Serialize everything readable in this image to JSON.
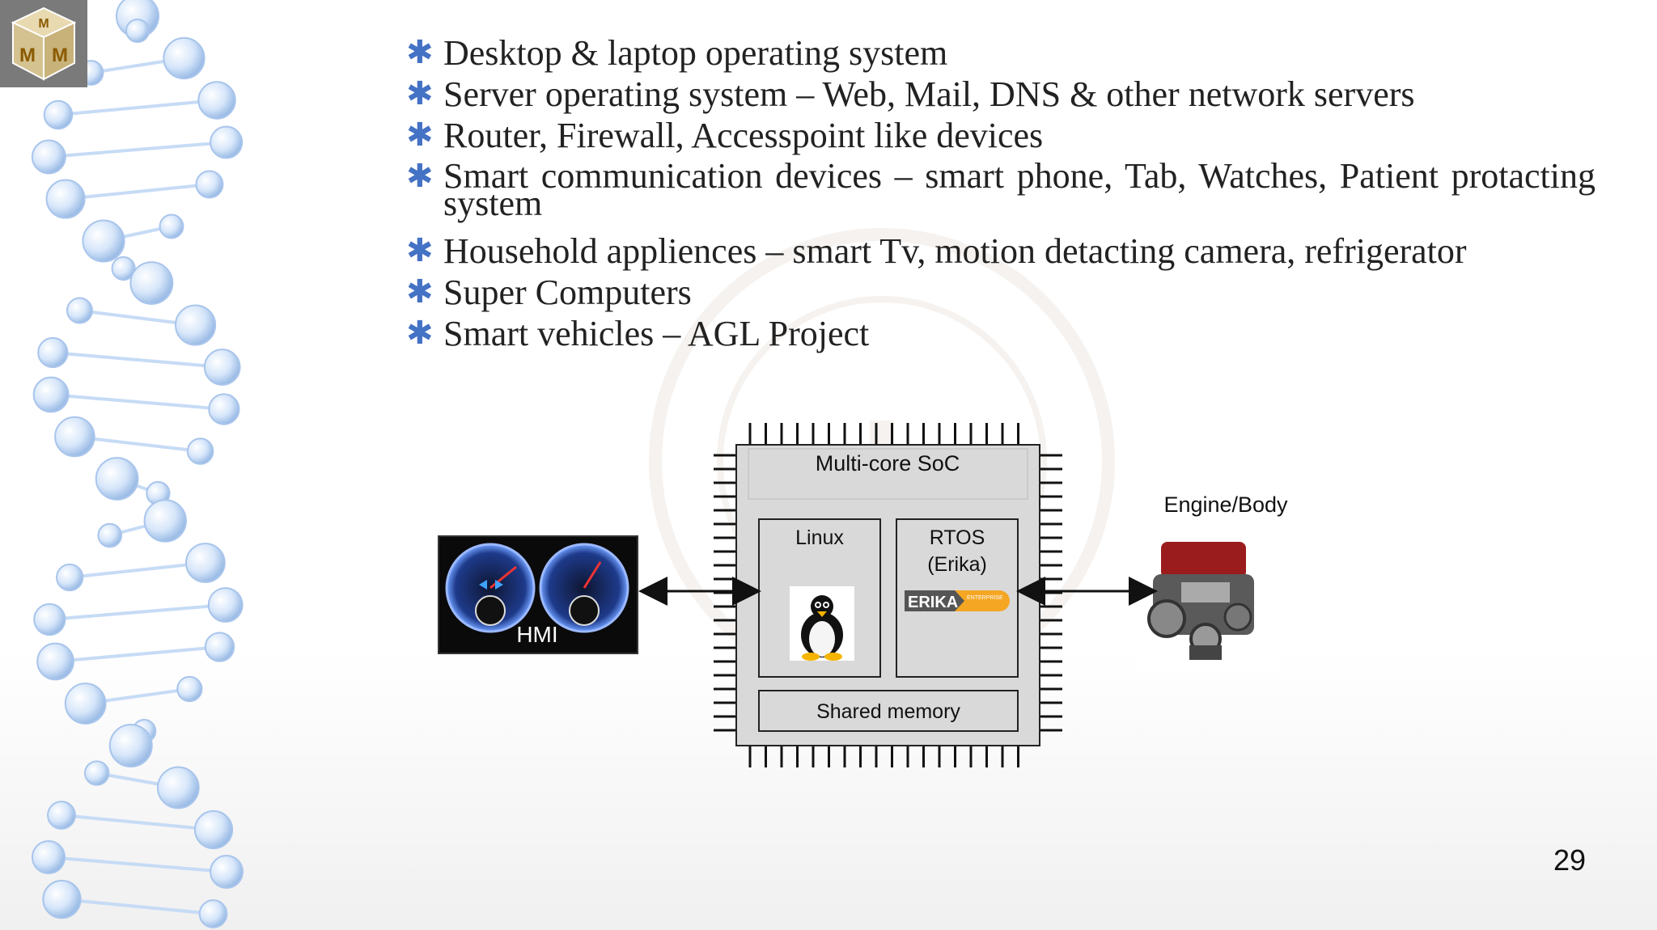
{
  "bullets": [
    "Desktop & laptop operating system",
    "Server operating system – Web, Mail, DNS & other network servers",
    "Router, Firewall, Accesspoint like devices",
    "Smart communication devices – smart phone, Tab, Watches, Patient protacting system",
    "Household appliences – smart Tv, motion detacting camera, refrigerator",
    "Super Computers",
    "Smart vehicles – AGL Project"
  ],
  "bullet_glyph": "✱",
  "diagram": {
    "soc_label": "Multi-core SoC",
    "linux_label": "Linux",
    "rtos_label_line1": "RTOS",
    "rtos_label_line2": "(Erika)",
    "erika_badge": "ERIKA",
    "erika_badge_small": "ENTERPRISE",
    "shared_memory_label": "Shared  memory",
    "hmi_label": "HMI",
    "engine_label": "Engine/Body"
  },
  "logo_letters": [
    "M",
    "M",
    "M"
  ],
  "page_number": "29",
  "colors": {
    "bullet_accent": "#4472c4",
    "dna_blue": "#bcd4f2",
    "soc_fill": "#d9d9d9",
    "erika_orange": "#f5a623"
  }
}
